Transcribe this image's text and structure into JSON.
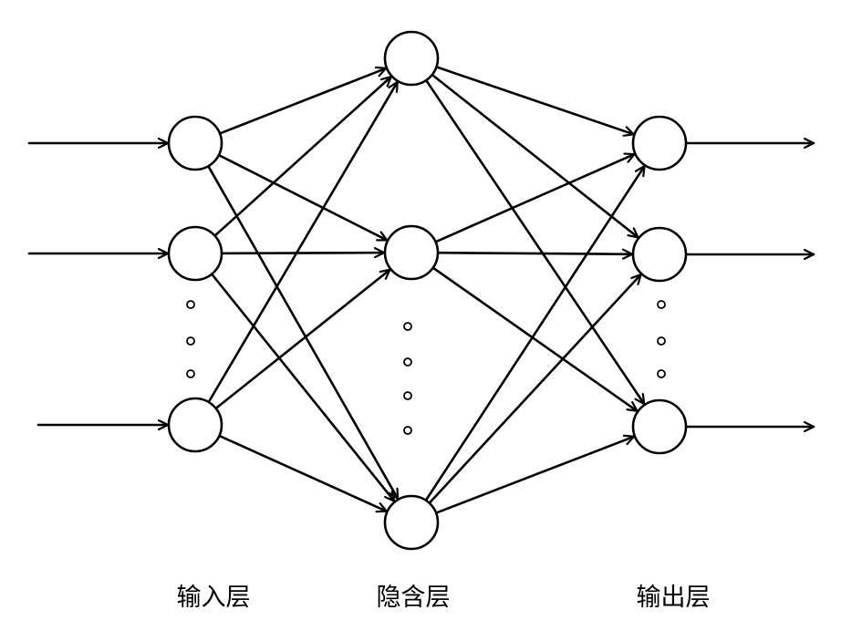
{
  "labels": {
    "input": "输入层",
    "hidden": "隐含层",
    "output": "输出层"
  },
  "colors": {
    "stroke": "#000000",
    "node_fill": "#ffffff",
    "background": "#ffffff"
  }
}
